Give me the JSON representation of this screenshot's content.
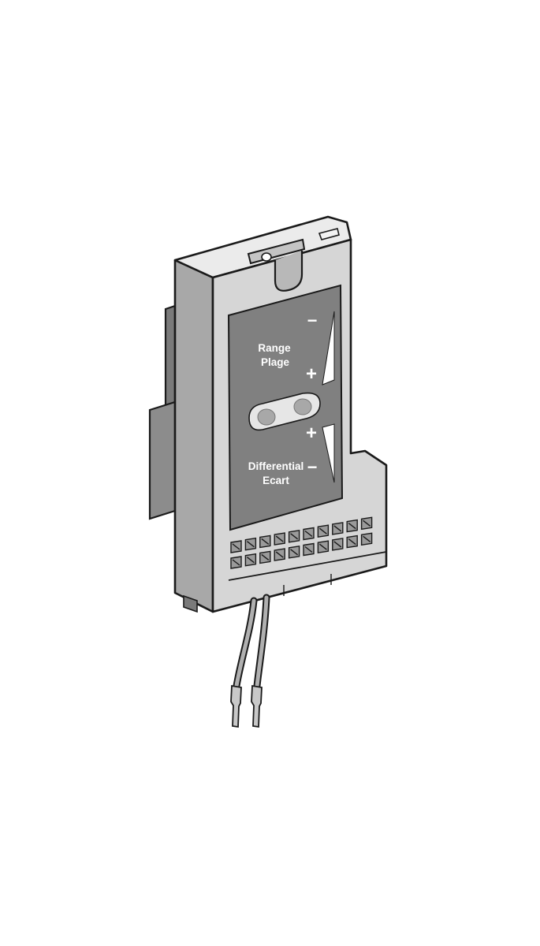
{
  "labels": {
    "range_line1": "Range",
    "range_line2": "Plage",
    "differential_line1": "Differential",
    "differential_line2": "Ecart"
  },
  "signs": {
    "range_minus": "−",
    "range_plus": "+",
    "differential_plus": "+",
    "differential_minus": "−"
  },
  "terminal_grid": {
    "rows": 2,
    "columns": 10
  },
  "cable_count": 2,
  "colors": {
    "outline": "#1a1a1a",
    "housing_front": "#d6d6d6",
    "housing_top": "#ebebeb",
    "housing_side": "#a8a8a8",
    "panel": "#808080",
    "adjuster_window": "#e6e6e6"
  }
}
